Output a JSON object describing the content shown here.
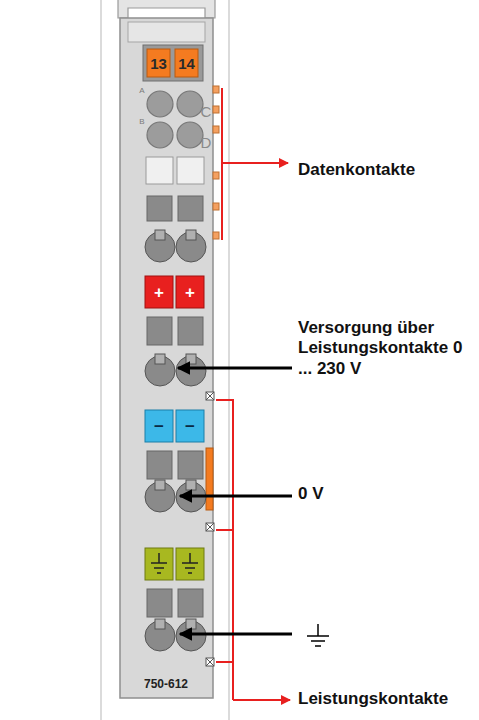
{
  "diagram": {
    "labels": [
      "13",
      "14",
      "A",
      "C",
      "B",
      "D",
      "+",
      "+",
      "−",
      "−",
      "750-612",
      "Datenkontakte",
      "Versorgung über Leistungskontakte 0 ... 230 V",
      "0 V",
      "Leistungskontakte"
    ]
  }
}
